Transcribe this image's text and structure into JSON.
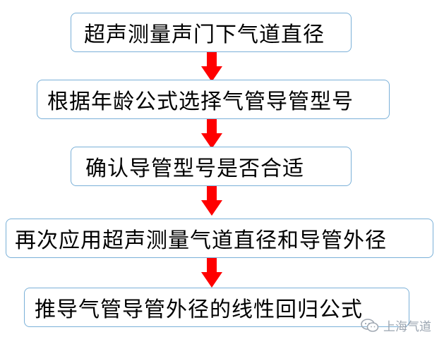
{
  "steps": [
    {
      "label": "超声测量声门下气道直径"
    },
    {
      "label": "根据年龄公式选择气管导管型号"
    },
    {
      "label": "确认导管型号是否合适"
    },
    {
      "label": "再次应用超声测量气道直径和导管外径"
    },
    {
      "label": "推导气管导管外径的线性回归公式"
    }
  ],
  "arrow_color": "#ff0000",
  "box_border_color": "#7ab0d8",
  "watermark": {
    "text": "上海气道",
    "icon": "wechat-icon"
  }
}
